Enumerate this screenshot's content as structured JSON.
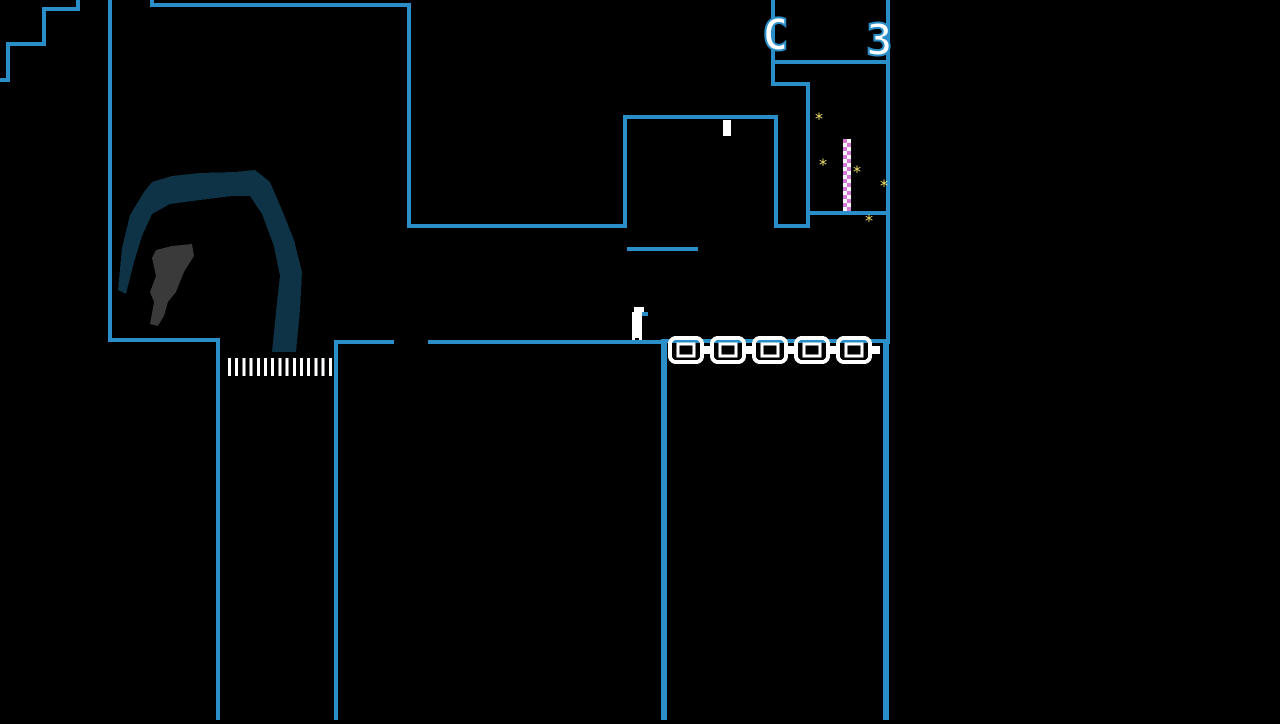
{
  "game": {
    "hud": {
      "left_glyph": "C",
      "right_glyph": "3"
    },
    "colors": {
      "background": "#000000",
      "wall_outline": "#2a8fc9",
      "shadow_arch": "#0f3346",
      "shadow_block": "#3a3a3a",
      "player": "#ffffff",
      "player_accent": "#2a8fc9",
      "collectible_star": "#f2e36b",
      "goal_strip_a": "#d27ad6",
      "goal_strip_b": "#ffffff",
      "spike_grate": "#ffffff",
      "conveyor": "#ffffff"
    },
    "sprites": {
      "player": "player-character",
      "goal": "checkered-exit-pole",
      "collectibles": "yellow-stars",
      "hazard": "floor-grate-spikes",
      "platform": "conveyor-chain-segments"
    },
    "counts": {
      "conveyor_segments": 5,
      "visible_stars": 5
    }
  }
}
